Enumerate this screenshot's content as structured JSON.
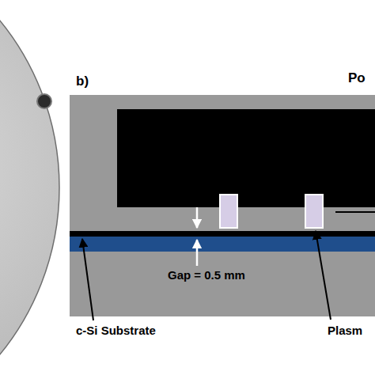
{
  "diagram": {
    "labels": [
      "b)",
      "Po",
      "Gap = 0.5 mm",
      "c-Si Substrate",
      "Plasm"
    ]
  }
}
